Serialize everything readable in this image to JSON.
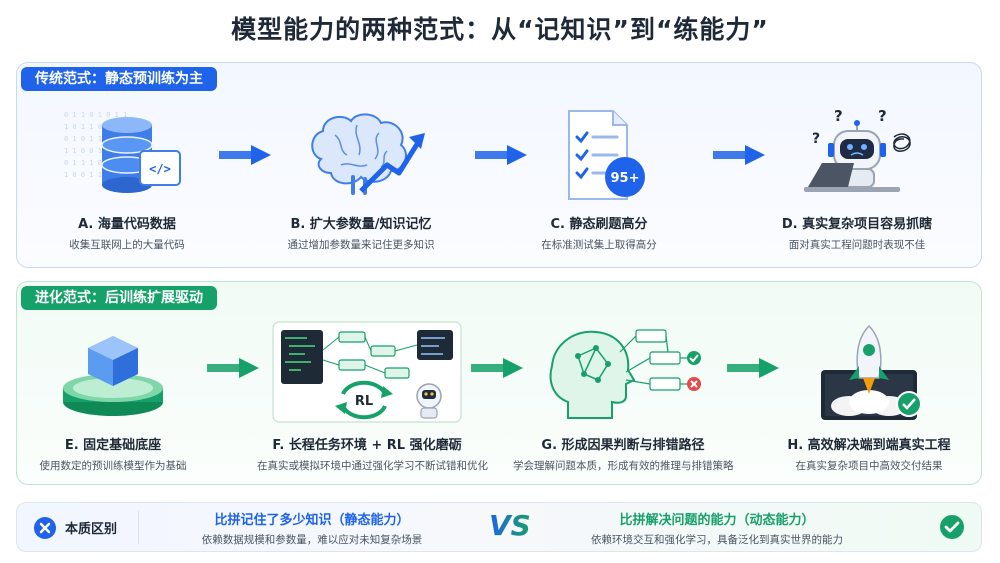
{
  "title": "模型能力的两种范式：从“记知识”到“练能力”",
  "traditional": {
    "tag": "传统范式：静态预训练为主",
    "steps": [
      {
        "title": "A. 海量代码数据",
        "desc": "收集互联网上的大量代码",
        "icon": "database-code-icon"
      },
      {
        "title": "B. 扩大参数量/知识记忆",
        "desc": "通过增加参数量来记住更多知识",
        "icon": "brain-growth-icon"
      },
      {
        "title": "C. 静态刷题高分",
        "desc": "在标准测试集上取得高分",
        "icon": "checklist-score-icon"
      },
      {
        "title": "D. 真实复杂项目容易抓瞎",
        "desc": "面对真实工程问题时表现不佳",
        "icon": "confused-robot-icon"
      }
    ],
    "score_badge": "95+",
    "code_symbol": "</>"
  },
  "evolution": {
    "tag": "进化范式：后训练扩展驱动",
    "steps": [
      {
        "title": "E. 固定基础底座",
        "desc": "使用数定的预训练模型作为基础",
        "icon": "base-cube-icon"
      },
      {
        "title": "F. 长程任务环境 + RL 强化磨砺",
        "desc": "在真实或模拟环境中通过强化学习不断试错和优化",
        "icon": "rl-loop-icon"
      },
      {
        "title": "G. 形成因果判断与排错路径",
        "desc": "学会理解问题本质，形成有效的推理与排错策略",
        "icon": "head-decision-tree-icon"
      },
      {
        "title": "H. 高效解决端到端真实工程",
        "desc": "在真实复杂项目中高效交付结果",
        "icon": "rocket-launch-icon"
      }
    ],
    "rl_label": "RL"
  },
  "footer": {
    "badge_label": "本质区别",
    "left_head": "比拼记住了多少知识（静态能力）",
    "left_sub": "依赖数据规模和参数量，难以应对未知复杂场景",
    "vs": "VS",
    "right_head": "比拼解决问题的能力（动态能力）",
    "right_sub": "依赖环境交互和强化学习，具备泛化到真实世界的能力"
  },
  "colors": {
    "blue": "#1e63e9",
    "green": "#16a06a",
    "red": "#e5484d"
  }
}
